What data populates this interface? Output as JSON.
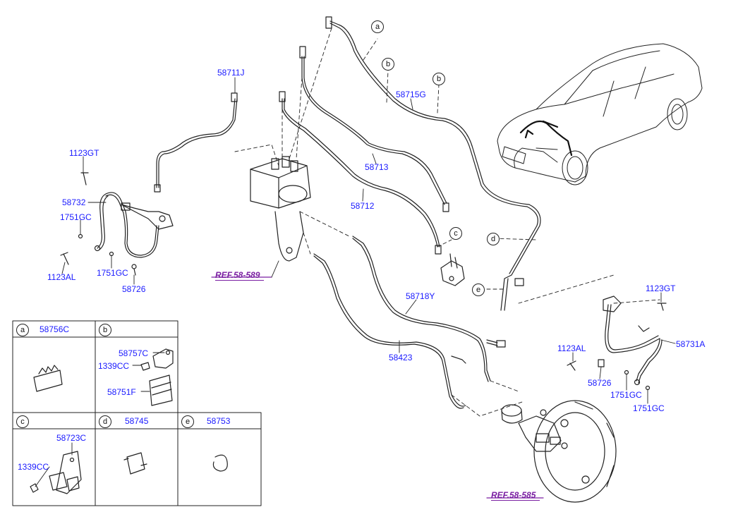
{
  "callouts": {
    "c58711J": "58711J",
    "c1123GT_left": "1123GT",
    "c58732": "58732",
    "c1751GC_left1": "1751GC",
    "c1123AL_left": "1123AL",
    "c1751GC_left2": "1751GC",
    "c58726_left": "58726",
    "c58713": "58713",
    "c58712": "58712",
    "c58715G": "58715G",
    "c58718Y": "58718Y",
    "c58423": "58423",
    "c1123GT_right": "1123GT",
    "c58731A": "58731A",
    "c1123AL_right": "1123AL",
    "c58726_right": "58726",
    "c1751GC_right1": "1751GC",
    "c1751GC_right2": "1751GC"
  },
  "references": {
    "ref589": "REF.58-589",
    "ref585": "REF.58-585"
  },
  "bubbles": {
    "a": "a",
    "b": "b",
    "c": "c",
    "d": "d",
    "e": "e"
  },
  "panels": {
    "a": {
      "letter": "a",
      "part": "58756C"
    },
    "b": {
      "letter": "b",
      "part": "",
      "items": [
        "58757C",
        "1339CC",
        "58751F"
      ]
    },
    "c": {
      "letter": "c",
      "part": "",
      "items": [
        "58723C",
        "1339CC"
      ]
    },
    "d": {
      "letter": "d",
      "part": "58745"
    },
    "e": {
      "letter": "e",
      "part": "58753"
    }
  },
  "colors": {
    "callout": "#1a1aff",
    "reference": "#7a1fa2",
    "line": "#222222"
  }
}
